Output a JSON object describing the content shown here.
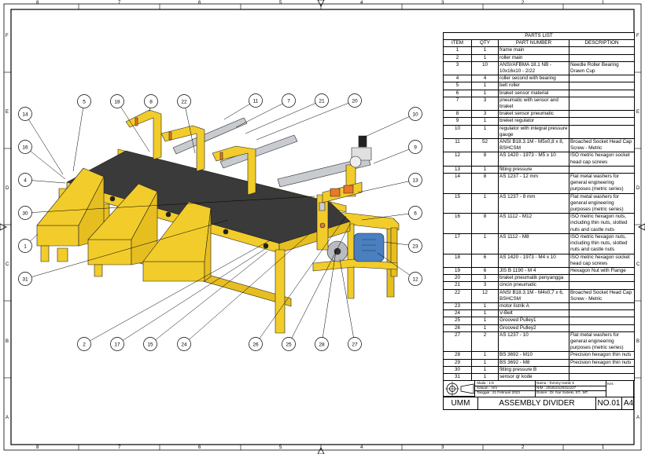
{
  "border": {
    "columns": [
      "8",
      "7",
      "6",
      "5",
      "4",
      "3",
      "2",
      "1"
    ],
    "rows": [
      "F",
      "E",
      "D",
      "C",
      "B",
      "A"
    ]
  },
  "parts_list": {
    "title": "PARTS LIST",
    "headers": [
      "ITEM",
      "QTY",
      "PART NUMBER",
      "DESCRIPTION"
    ],
    "rows": [
      {
        "item": "1",
        "qty": "1",
        "part": "frame main",
        "desc": ""
      },
      {
        "item": "2",
        "qty": "1",
        "part": "roller main",
        "desc": ""
      },
      {
        "item": "3",
        "qty": "10",
        "part": "ANSI/AFBMA 18.1 NB - 10x16x10 - 2/22",
        "desc": "Needle Roller Bearing Drawn Cup"
      },
      {
        "item": "4",
        "qty": "4",
        "part": "roller second with bearing",
        "desc": ""
      },
      {
        "item": "5",
        "qty": "1",
        "part": "belt roller",
        "desc": ""
      },
      {
        "item": "6",
        "qty": "1",
        "part": "braket sensor material",
        "desc": ""
      },
      {
        "item": "7",
        "qty": "3",
        "part": "pneumatic with sensor and braket",
        "desc": ""
      },
      {
        "item": "8",
        "qty": "3",
        "part": "braket sensor pneumatic",
        "desc": ""
      },
      {
        "item": "9",
        "qty": "1",
        "part": "breket regulator",
        "desc": ""
      },
      {
        "item": "10",
        "qty": "1",
        "part": "regulator with integral pressure gauge",
        "desc": ""
      },
      {
        "item": "11",
        "qty": "52",
        "part": "ANSI B18.3.1M - M5x0,8 x 8, BSHCSM",
        "desc": "Broached Socket Head Cap Screw - Metric"
      },
      {
        "item": "12",
        "qty": "8",
        "part": "AS 1420 - 1973 - M5 x 10",
        "desc": "ISO metric hexagon socket head cap screws"
      },
      {
        "item": "13",
        "qty": "1",
        "part": "fitting pressure",
        "desc": ""
      },
      {
        "item": "14",
        "qty": "8",
        "part": "AS 1237 - 12 mm",
        "desc": "Flat metal washers for general engineering purposes (metric series)"
      },
      {
        "item": "15",
        "qty": "1",
        "part": "AS 1237 - 8 mm",
        "desc": "Flat metal washers for general engineering purposes (metric series)"
      },
      {
        "item": "16",
        "qty": "8",
        "part": "AS 1112 - M12",
        "desc": "ISO metric hexagon nuts, including thin nuts, slotted nuts and castle nuts"
      },
      {
        "item": "17",
        "qty": "1",
        "part": "AS 1112 - M8",
        "desc": "ISO metric hexagon nuts, including thin nuts, slotted nuts and castle nuts"
      },
      {
        "item": "18",
        "qty": "6",
        "part": "AS 1420 - 1973 - M4 x 10",
        "desc": "ISO metric hexagon socket head cap screws"
      },
      {
        "item": "19",
        "qty": "6",
        "part": "JIS B 1190 - M 4",
        "desc": "Hexagon Nut with Flange"
      },
      {
        "item": "20",
        "qty": "3",
        "part": "braket pneumatik penyangga",
        "desc": ""
      },
      {
        "item": "21",
        "qty": "3",
        "part": "cincin pneumatic",
        "desc": ""
      },
      {
        "item": "22",
        "qty": "12",
        "part": "ANSI B18.3.1M - M4x0,7 x 6, BSHCSM",
        "desc": "Broached Socket Head Cap Screw - Metric"
      },
      {
        "item": "23",
        "qty": "1",
        "part": "motor listrik A",
        "desc": ""
      },
      {
        "item": "24",
        "qty": "1",
        "part": "V-Belt",
        "desc": ""
      },
      {
        "item": "25",
        "qty": "1",
        "part": "Grooved Pulley1",
        "desc": ""
      },
      {
        "item": "26",
        "qty": "1",
        "part": "Grooved Pulley2",
        "desc": ""
      },
      {
        "item": "27",
        "qty": "2",
        "part": "AS 1237 - 10",
        "desc": "Flat metal washers for general engineering purposes (metric series)"
      },
      {
        "item": "28",
        "qty": "1",
        "part": "BS 3692 - M10",
        "desc": "Precision hexagon thin nuts"
      },
      {
        "item": "29",
        "qty": "1",
        "part": "BS 3692 - M8",
        "desc": "Precision hexagon thin nuts"
      },
      {
        "item": "30",
        "qty": "1",
        "part": "fitting pressure B",
        "desc": ""
      },
      {
        "item": "31",
        "qty": "1",
        "part": "sensor qr kode",
        "desc": ""
      }
    ]
  },
  "title_block": {
    "skala": "Skala    : 1:9",
    "satuan": "Satuan   : mm",
    "tanggal": "Tanggal  : 21 Februari 2023",
    "nama": "Nama  : Tommy Hanik S",
    "nim": "NIM    : 201810120311227",
    "dosen": "Dosen  : Dr. Nur Subeki, ST., MT.",
    "ket": "Ket  :",
    "institution": "UMM",
    "drawing_title": "ASSEMBLY DIVIDER",
    "number": "NO.01",
    "size": "A4"
  },
  "balloons": [
    "5",
    "18",
    "8",
    "22",
    "11",
    "7",
    "21",
    "20",
    "14",
    "10",
    "16",
    "9",
    "4",
    "13",
    "30",
    "6",
    "1",
    "23",
    "31",
    "12",
    "2",
    "17",
    "15",
    "24",
    "26",
    "25",
    "28",
    "27"
  ],
  "colors": {
    "frame": "#f2cc2a",
    "belt": "#3a3a3a",
    "motor": "#4a7fc0",
    "fitting": "#e8782a",
    "cylinder": "#c8ccd0"
  }
}
